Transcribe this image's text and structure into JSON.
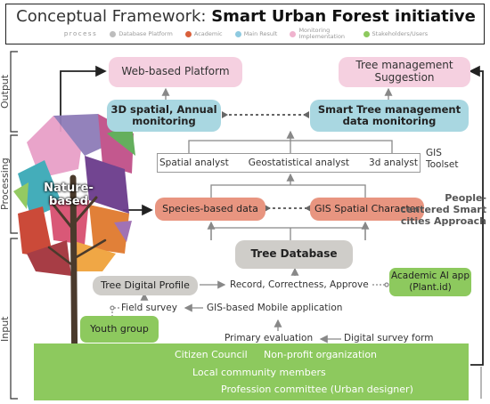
{
  "title": {
    "prefix": "Conceptual Framework:",
    "main": "Smart Urban Forest initiative"
  },
  "legend": {
    "process_label": "process",
    "items": [
      {
        "label": "Database Platform",
        "color": "#bdbdbd"
      },
      {
        "label": "Academic",
        "color": "#d9603b"
      },
      {
        "label": "Main Result",
        "color": "#8ecae0"
      },
      {
        "label": "Monitoring Implementation",
        "color": "#f0b3ce"
      },
      {
        "label": "Stakeholders/Users",
        "color": "#8dc95e"
      }
    ]
  },
  "stages": {
    "output": "Output",
    "processing": "Processing",
    "input": "Input"
  },
  "nodes": {
    "web_platform": "Web-based Platform",
    "tree_suggestion": "Tree management Suggestion",
    "spatial_monitoring": "3D spatial, Annual monitoring",
    "smart_tree": "Smart Tree management data monitoring",
    "spatial_analyst": "Spatial analyst",
    "geostat_analyst": "Geostatistical analyst",
    "analyst_3d": "3d analyst",
    "gis_toolset": "GIS Toolset",
    "species_data": "Species-based data",
    "gis_spatial": "GIS Spatial Character",
    "tree_database": "Tree Database",
    "tree_profile": "Tree Digital Profile",
    "record": "Record, Correctness, Approve",
    "academic_app": "Academic AI app (Plant.id)",
    "field_survey": "Field survey",
    "mobile_app": "GIS-based Mobile application",
    "youth_group": "Youth group",
    "primary_eval": "Primary evaluation",
    "digital_form": "Digital survey form",
    "nature_based": "Nature-based",
    "people_centered": "People-centered Smart cities Approach"
  },
  "stakeholders": {
    "citizen": "Citizen Council",
    "nonprofit": "Non-profit organization",
    "community": "Local community members",
    "profession": "Profession committee (Urban designer)"
  },
  "colors": {
    "pink": "#f5d0e0",
    "blue": "#a9d7e1",
    "orange": "#e89580",
    "gray": "#cfcdc9",
    "green": "#8dc95e"
  }
}
